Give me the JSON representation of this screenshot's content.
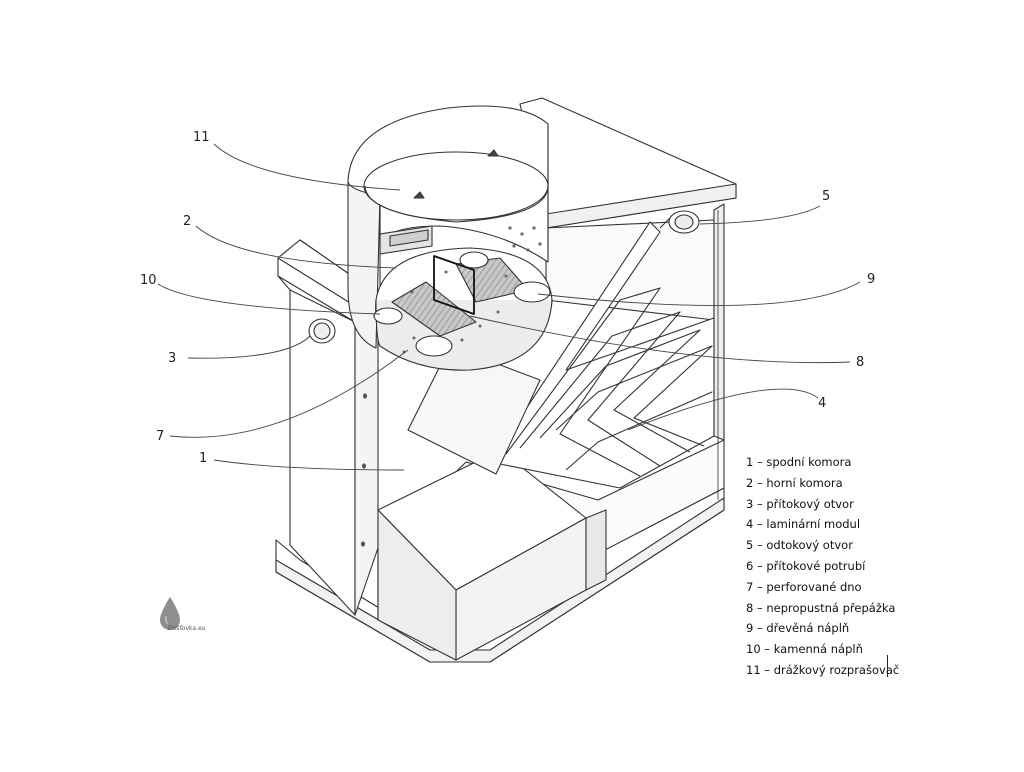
{
  "diagram": {
    "callouts": [
      "11",
      "2",
      "10",
      "3",
      "7",
      "1",
      "5",
      "9",
      "8",
      "4"
    ],
    "legend": [
      "1 – spodní komora",
      "2 – horní komora",
      "3 – přítokový otvor",
      "4 – laminární modul",
      "5 – odtokový otvor",
      "6 – přítokové potrubí",
      "7 – perforované dno",
      "8 – nepropustná přepážka",
      "9 – dřevěná náplň",
      "10 – kamenná náplň",
      "11 – drážkový rozprašovač"
    ],
    "watermark": "Dešťovka.eu",
    "colors": {
      "line": "#333333",
      "fill_light": "#ffffff",
      "fill_shadow": "#e6e6e6",
      "hatch": "#9a9a9a",
      "logo": "#8f8f8f"
    }
  }
}
